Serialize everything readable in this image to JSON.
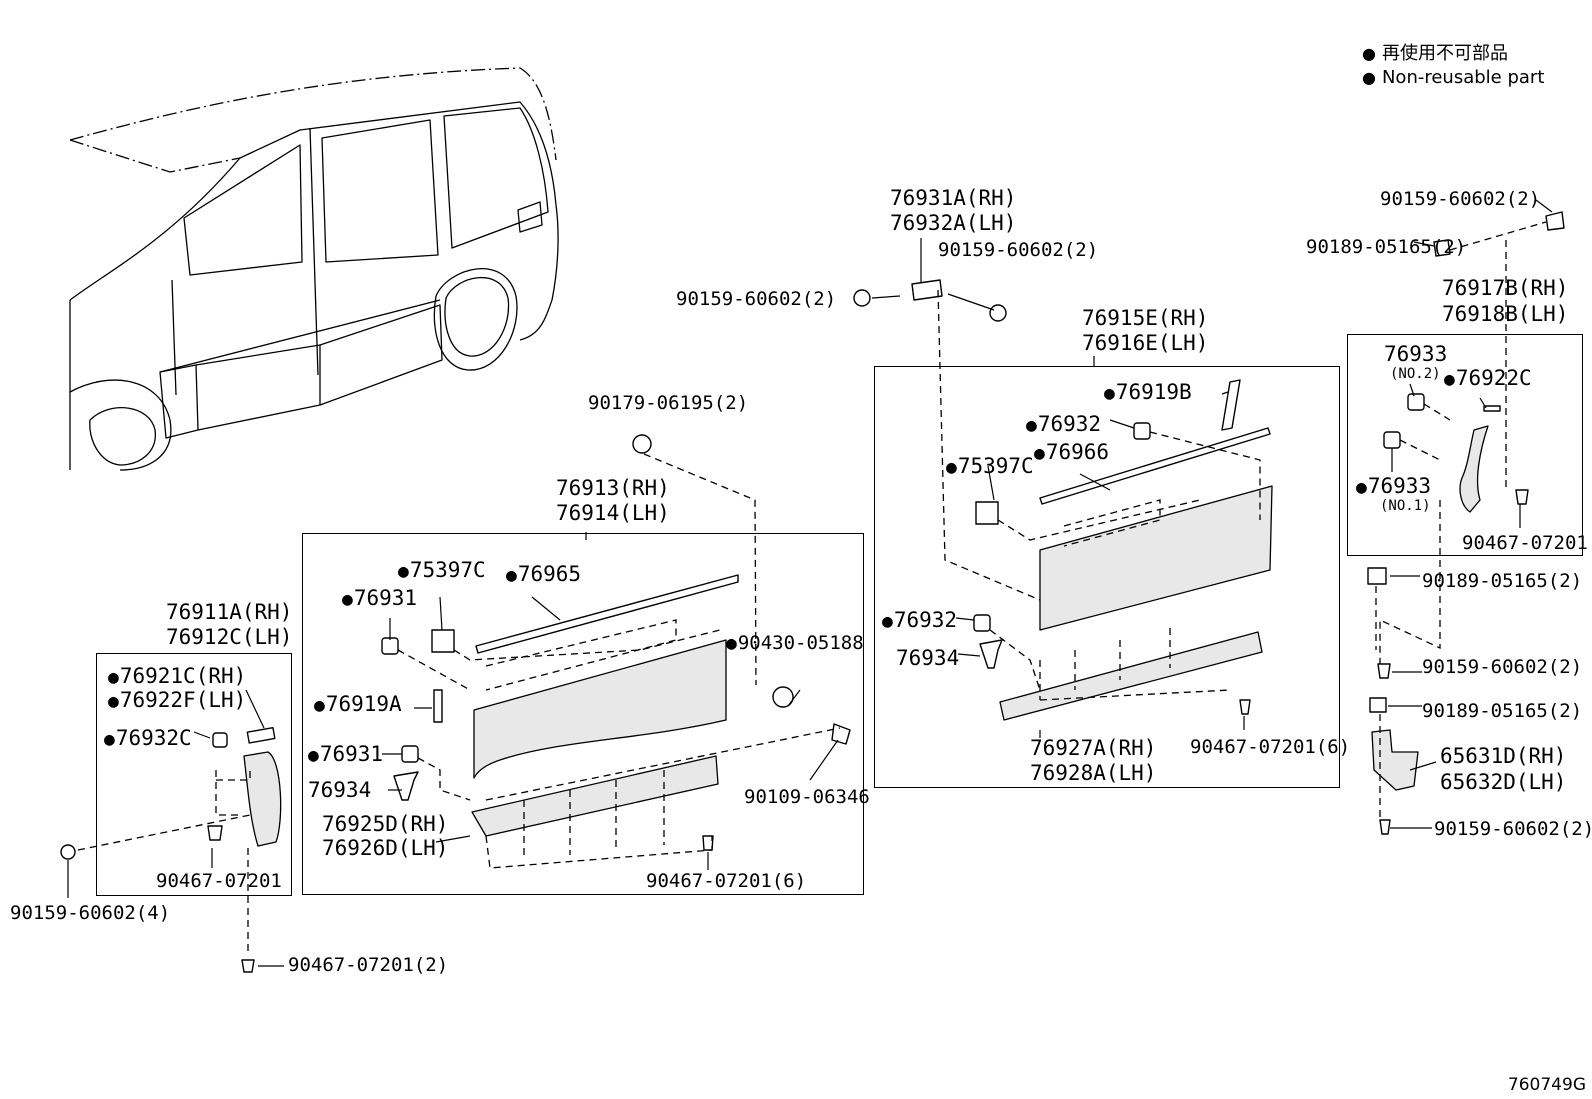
{
  "legend": {
    "line1": "再使用不可部品",
    "line2": "Non-reusable part"
  },
  "labels": {
    "p90159_60602_top_right": "90159-60602(2)",
    "p90189_05165_top_right": "90189-05165(2)",
    "p76917B": "76917B(RH)",
    "p76918B": "76918B(LH)",
    "p76933_no2": "76933",
    "no2": "(NO.2)",
    "p76922C": "76922C",
    "p76933_no1": "76933",
    "no1": "(NO.1)",
    "p90467_07201_right_box": "90467-07201",
    "p90189_05165_mid_right": "90189-05165(2)",
    "p90159_60602_mid_right": "90159-60602(2)",
    "p90189_05165_low_right": "90189-05165(2)",
    "p65631D": "65631D(RH)",
    "p65632D": "65632D(LH)",
    "p90159_60602_bottom_right": "90159-60602(2)",
    "p76931A": "76931A(RH)",
    "p76932A": "76932A(LH)",
    "p90159_60602_bracket_right": "90159-60602(2)",
    "p90159_60602_bracket_left": "90159-60602(2)",
    "p76915E": "76915E(RH)",
    "p76916E": "76916E(LH)",
    "p76919B": "76919B",
    "p76932_rear_top": "76932",
    "p76966": "76966",
    "p75397C_rear": "75397C",
    "p76932_rear_low": "76932",
    "p76934_rear": "76934",
    "p76927A": "76927A(RH)",
    "p76928A": "76928A(LH)",
    "p90467_07201_rear": "90467-07201(6)",
    "p90179_06195": "90179-06195(2)",
    "p76913": "76913(RH)",
    "p76914": "76914(LH)",
    "p75397C_front": "75397C",
    "p76965": "76965",
    "p76931_front_top": "76931",
    "p90430_05188": "90430-05188",
    "p76919A": "76919A",
    "p76931_front_low": "76931",
    "p76934_front": "76934",
    "p90109_06346": "90109-06346",
    "p76925D": "76925D(RH)",
    "p76926D": "76926D(LH)",
    "p90467_07201_front": "90467-07201(6)",
    "p76911A": "76911A(RH)",
    "p76912C": "76912C(LH)",
    "p76921C": "76921C(RH)",
    "p76922F": "76922F(LH)",
    "p76932C": "76932C",
    "p90467_07201_left_box": "90467-07201",
    "p90159_60602_left": "90159-60602(4)",
    "p90467_07201_bottom": "90467-07201(2)"
  },
  "figure_code": "760749G"
}
